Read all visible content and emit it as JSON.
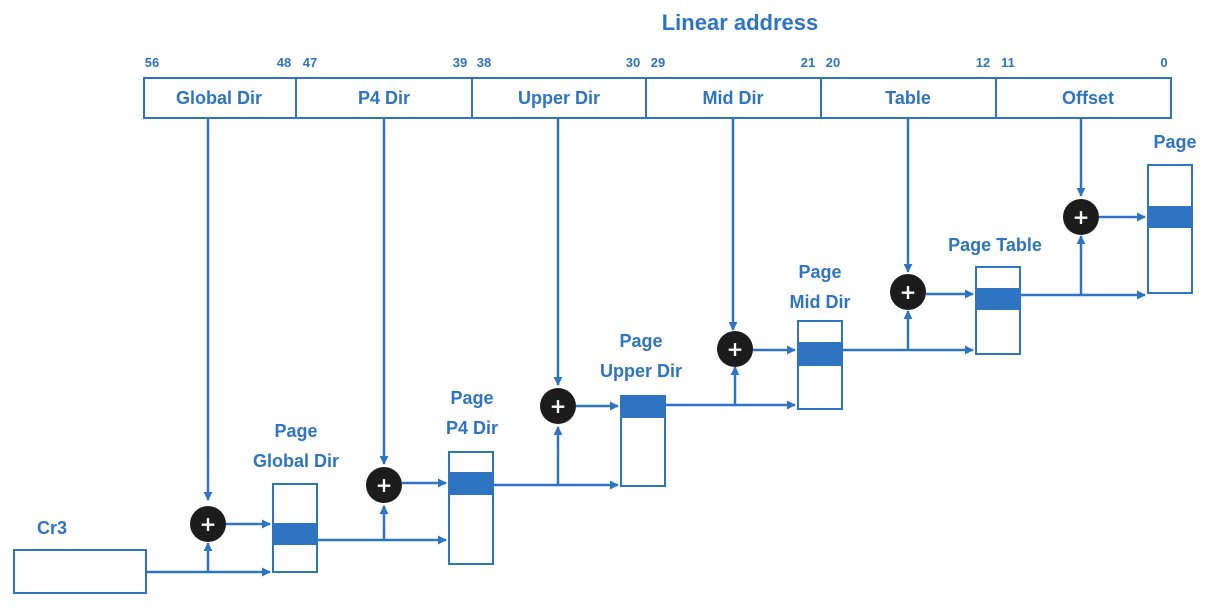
{
  "title": "Linear address",
  "fields": [
    {
      "label": "Global Dir",
      "bit_high": "56",
      "bit_low": "48"
    },
    {
      "label": "P4 Dir",
      "bit_high": "47",
      "bit_low": "39"
    },
    {
      "label": "Upper Dir",
      "bit_high": "38",
      "bit_low": "30"
    },
    {
      "label": "Mid Dir",
      "bit_high": "29",
      "bit_low": "21"
    },
    {
      "label": "Table",
      "bit_high": "20",
      "bit_low": "12"
    },
    {
      "label": "Offset",
      "bit_high": "11",
      "bit_low": "0"
    }
  ],
  "register": {
    "label": "Cr3"
  },
  "stages": [
    {
      "line1": "Page",
      "line2": "Global Dir"
    },
    {
      "line1": "Page",
      "line2": "P4 Dir"
    },
    {
      "line1": "Page",
      "line2": "Upper Dir"
    },
    {
      "line1": "Page",
      "line2": "Mid Dir"
    },
    {
      "line1": "Page Table",
      "line2": ""
    },
    {
      "line1": "Page",
      "line2": ""
    }
  ],
  "adder_symbol": "+",
  "colors": {
    "accent": "#2e74c0",
    "line": "#2e74c0",
    "adder": "#1c1c1c",
    "background": "#ffffff"
  }
}
